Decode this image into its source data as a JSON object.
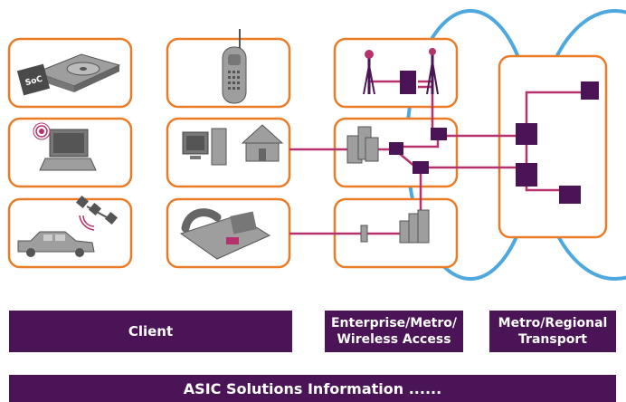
{
  "colors": {
    "panel_border": "#ea7c28",
    "link": "#b5326c",
    "node": "#4a1456",
    "label_bar": "#4a1456",
    "cloud": "#4ea8de",
    "device_body": "#9e9e9e",
    "device_dark": "#555555"
  },
  "devices": {
    "soc_chip_label": "SoC"
  },
  "labels": {
    "client": "Client",
    "enterprise": "Enterprise/Metro/\nWireless Access",
    "metro": "Metro/Regional\nTransport",
    "footer": "ASIC Solutions Information ......"
  }
}
